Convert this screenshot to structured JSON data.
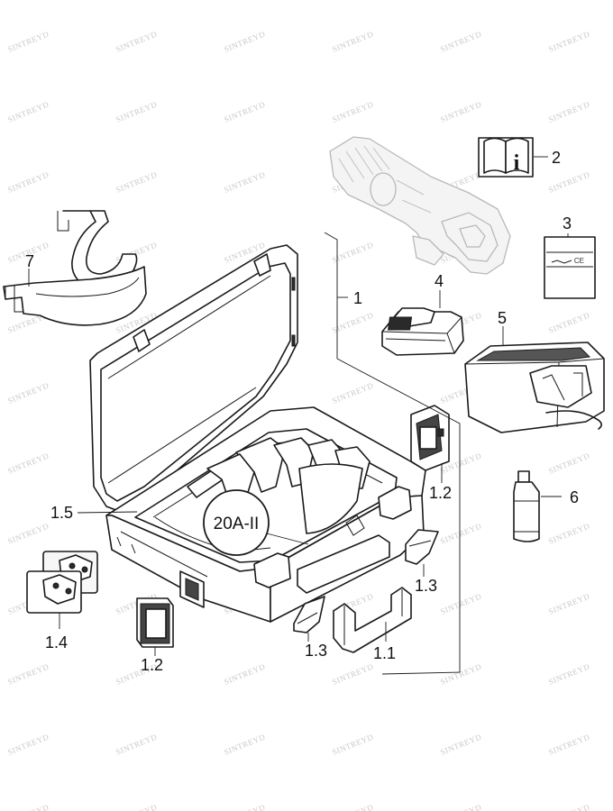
{
  "watermark": "SINTREYD",
  "callouts": {
    "c1": "1",
    "c11": "1.1",
    "c12a": "1.2",
    "c12b": "1.2",
    "c13a": "1.3",
    "c13b": "1.3",
    "c14": "1.4",
    "c15": "1.5",
    "c2": "2",
    "c3": "3",
    "c4": "4",
    "c5": "5",
    "c6": "6",
    "c7": "7"
  },
  "badge_label": "20A-II",
  "manual_icon_glyph": "i",
  "certificate_text": "CE"
}
